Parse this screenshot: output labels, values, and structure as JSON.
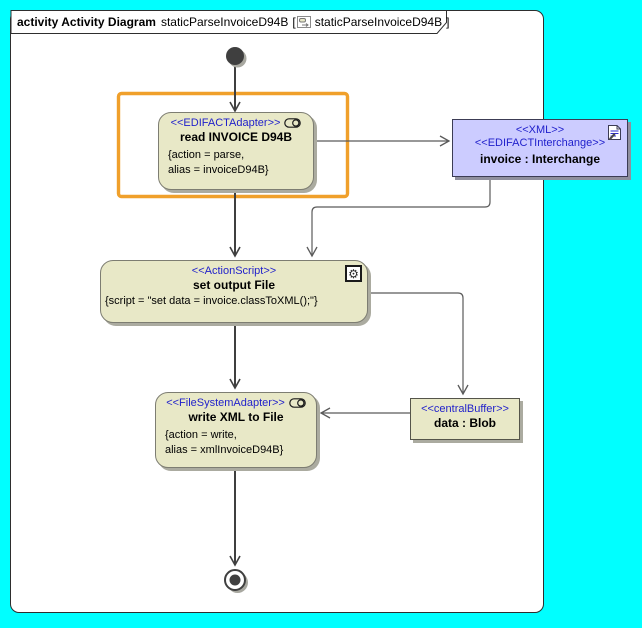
{
  "frame": {
    "tab": {
      "kind_label": "activity Activity Diagram",
      "diagram_name": "staticParseInvoiceD94B",
      "open_bracket": "[",
      "ref_name": "staticParseInvoiceD94B",
      "close_bracket": "]"
    }
  },
  "nodes": {
    "read_invoice": {
      "stereotype": "<<EDIFACTAdapter>>",
      "name": "read INVOICE D94B",
      "props_line1": "{action = parse,",
      "props_line2": "alias = invoiceD94B}"
    },
    "xml_object": {
      "stereotype1": "<<XML>>",
      "stereotype2": "<<EDIFACTInterchange>>",
      "name": "invoice : Interchange"
    },
    "action_script": {
      "stereotype": "<<ActionScript>>",
      "name": "set output File",
      "props": "{script = \"set data = invoice.classToXML();\"}"
    },
    "write_xml": {
      "stereotype": "<<FileSystemAdapter>>",
      "name": "write XML to File",
      "props_line1": "{action = write,",
      "props_line2": "alias = xmlInvoiceD94B}"
    },
    "central_buffer": {
      "stereotype": "<<centralBuffer>>",
      "name": "data : Blob"
    }
  },
  "icons": {
    "gear_glyph": "⚙",
    "adapter_icon": "toggle-oval",
    "xml_doc_icon": "document-edit",
    "tab_icon": "activity-diagram"
  },
  "colors": {
    "canvas_background": "#00ffff",
    "node_fill": "#e8e8c7",
    "object_node_fill": "#ccccff",
    "stereotype_text": "#1f1fcb",
    "highlight_orange": "#f0a02b",
    "edge_line": "#3f3f3f"
  }
}
